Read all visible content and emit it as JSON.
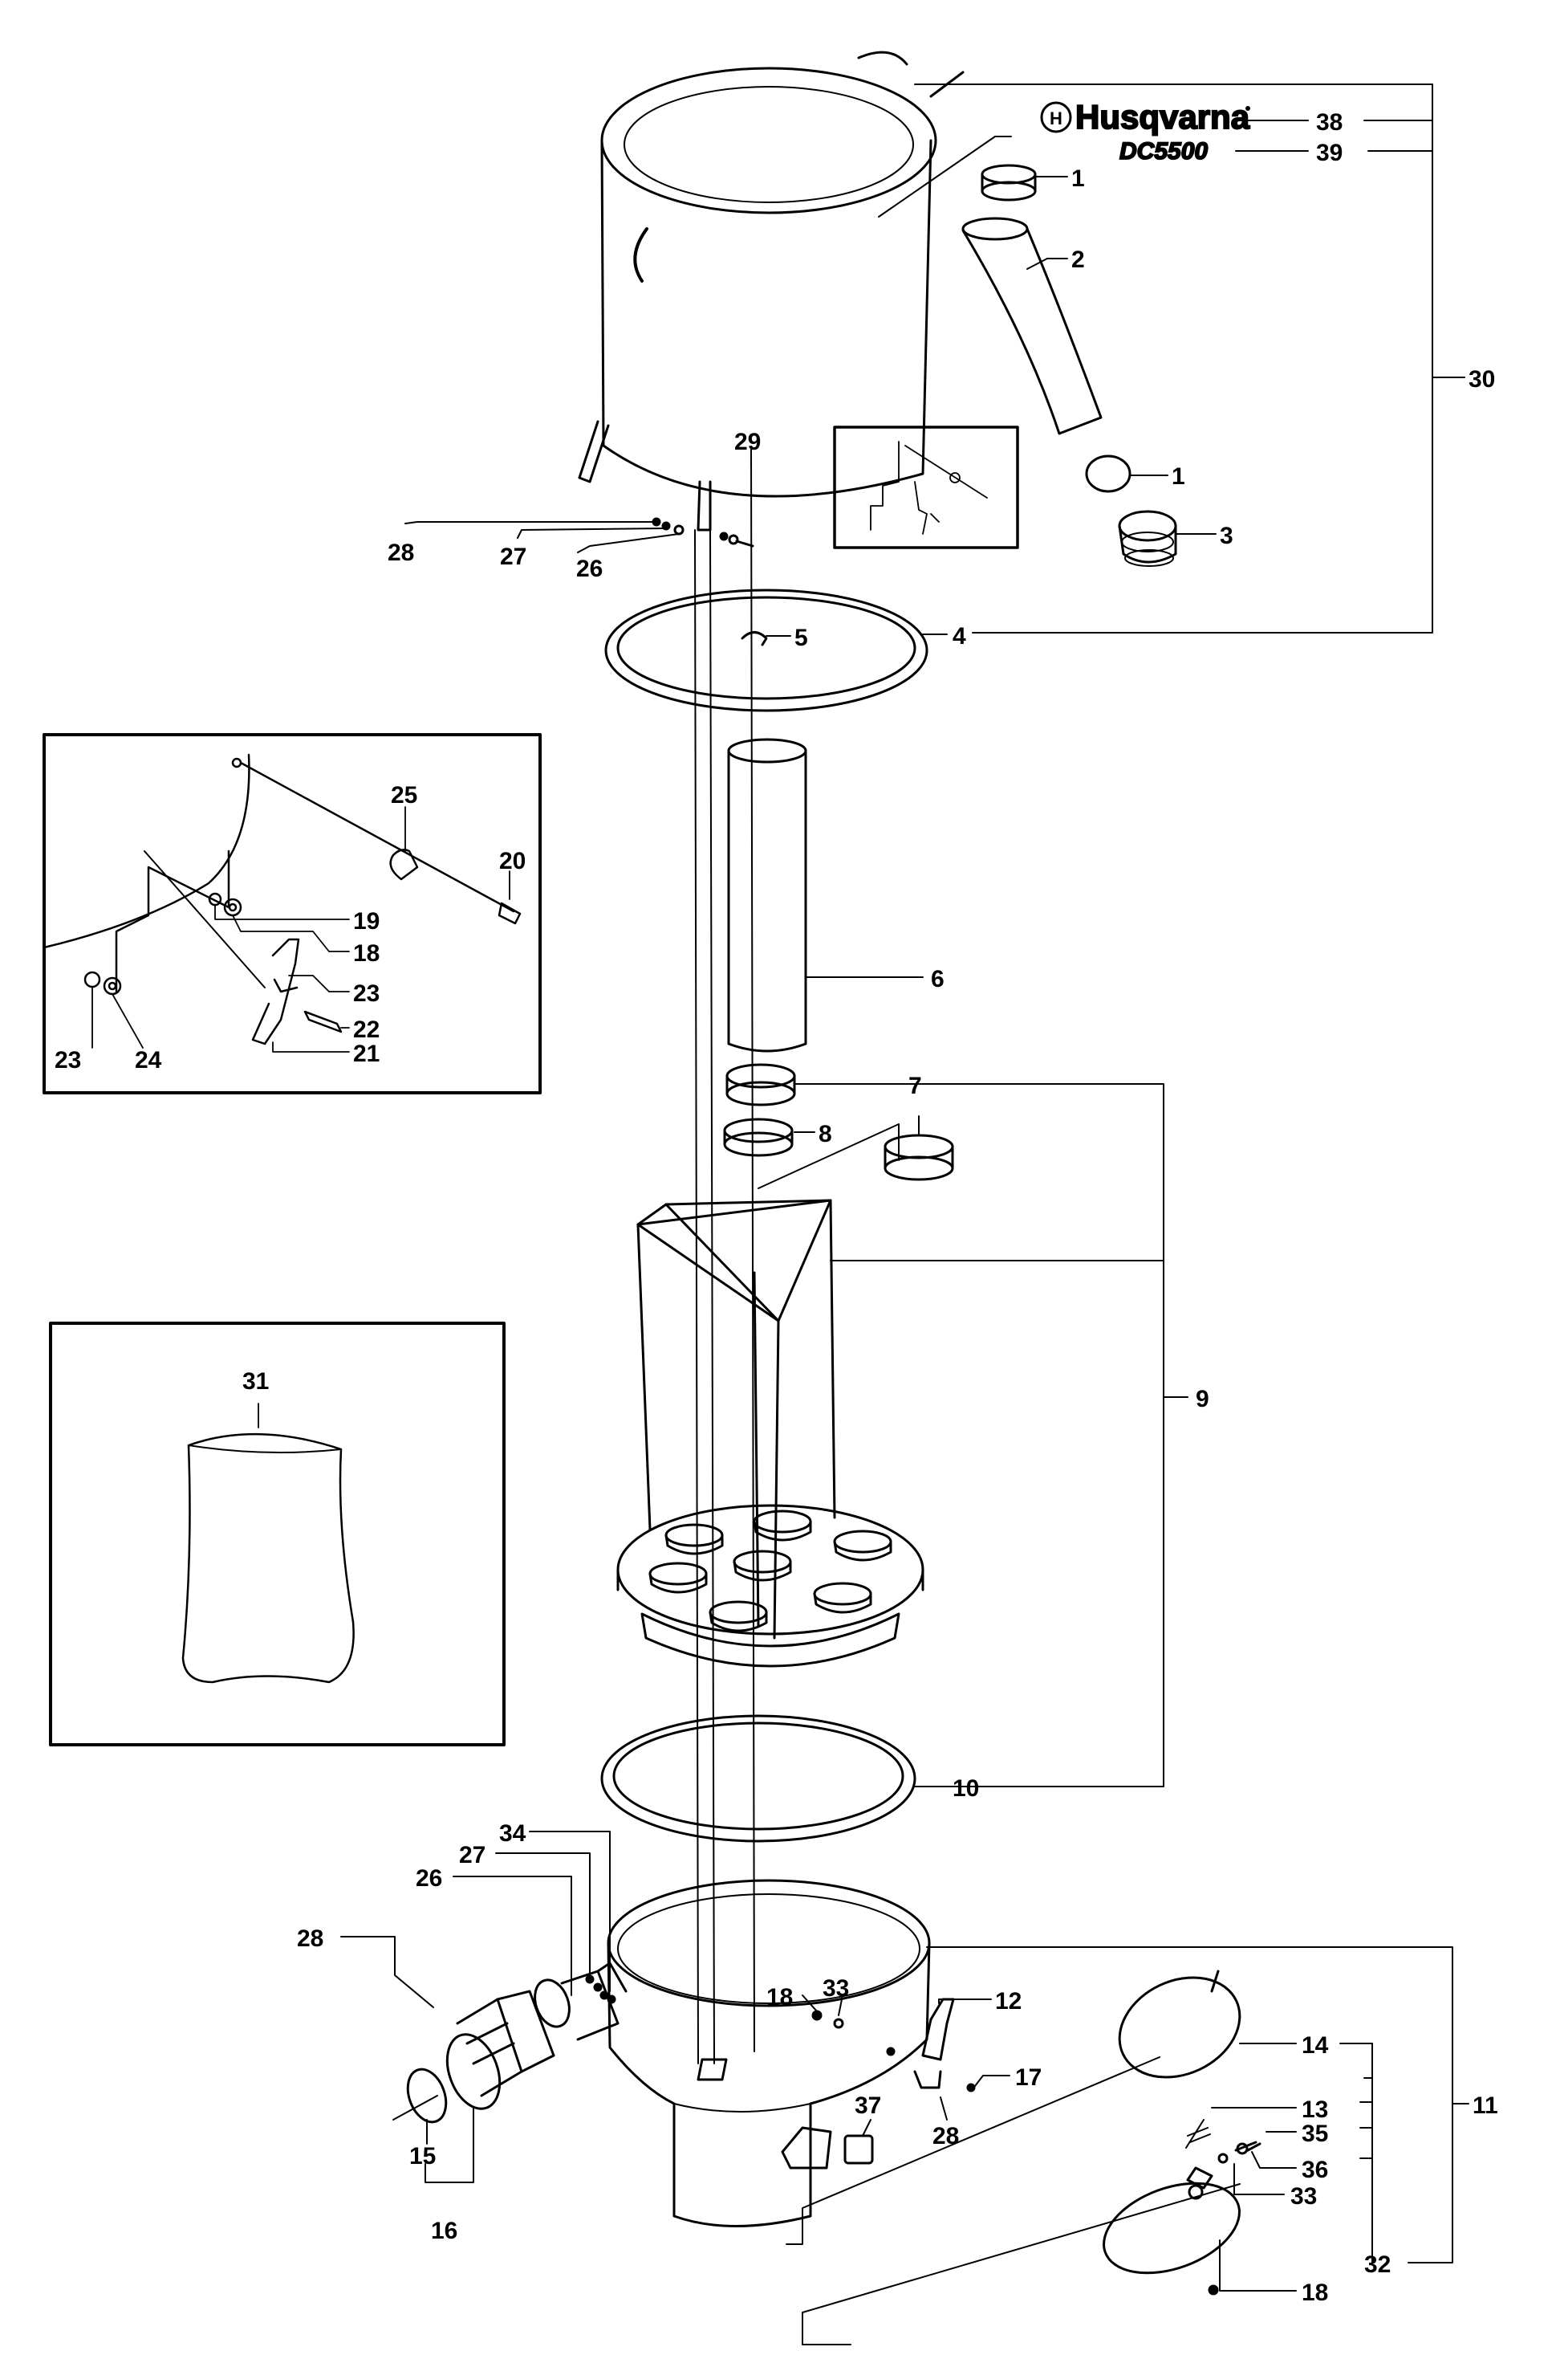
{
  "brand": {
    "name": "Husqvarna",
    "model": "DC5500"
  },
  "callouts": [
    {
      "id": "c1a",
      "label": "1"
    },
    {
      "id": "c2",
      "label": "2"
    },
    {
      "id": "c1b",
      "label": "1"
    },
    {
      "id": "c3",
      "label": "3"
    },
    {
      "id": "c4",
      "label": "4"
    },
    {
      "id": "c5",
      "label": "5"
    },
    {
      "id": "c6",
      "label": "6"
    },
    {
      "id": "c7",
      "label": "7"
    },
    {
      "id": "c8",
      "label": "8"
    },
    {
      "id": "c9",
      "label": "9"
    },
    {
      "id": "c10",
      "label": "10"
    },
    {
      "id": "c11",
      "label": "11"
    },
    {
      "id": "c12",
      "label": "12"
    },
    {
      "id": "c13",
      "label": "13"
    },
    {
      "id": "c14",
      "label": "14"
    },
    {
      "id": "c15",
      "label": "15"
    },
    {
      "id": "c16",
      "label": "16"
    },
    {
      "id": "c17",
      "label": "17"
    },
    {
      "id": "c18a",
      "label": "18"
    },
    {
      "id": "c18b",
      "label": "18"
    },
    {
      "id": "c18c",
      "label": "18"
    },
    {
      "id": "c19",
      "label": "19"
    },
    {
      "id": "c20",
      "label": "20"
    },
    {
      "id": "c21",
      "label": "21"
    },
    {
      "id": "c22",
      "label": "22"
    },
    {
      "id": "c23a",
      "label": "23"
    },
    {
      "id": "c23b",
      "label": "23"
    },
    {
      "id": "c24",
      "label": "24"
    },
    {
      "id": "c25",
      "label": "25"
    },
    {
      "id": "c26a",
      "label": "26"
    },
    {
      "id": "c26b",
      "label": "26"
    },
    {
      "id": "c27a",
      "label": "27"
    },
    {
      "id": "c27b",
      "label": "27"
    },
    {
      "id": "c28a",
      "label": "28"
    },
    {
      "id": "c28b",
      "label": "28"
    },
    {
      "id": "c28c",
      "label": "28"
    },
    {
      "id": "c29",
      "label": "29"
    },
    {
      "id": "c30",
      "label": "30"
    },
    {
      "id": "c31",
      "label": "31"
    },
    {
      "id": "c32",
      "label": "32"
    },
    {
      "id": "c33a",
      "label": "33"
    },
    {
      "id": "c33b",
      "label": "33"
    },
    {
      "id": "c34",
      "label": "34"
    },
    {
      "id": "c35",
      "label": "35"
    },
    {
      "id": "c36",
      "label": "36"
    },
    {
      "id": "c37",
      "label": "37"
    },
    {
      "id": "c38",
      "label": "38"
    },
    {
      "id": "c39",
      "label": "39"
    }
  ]
}
